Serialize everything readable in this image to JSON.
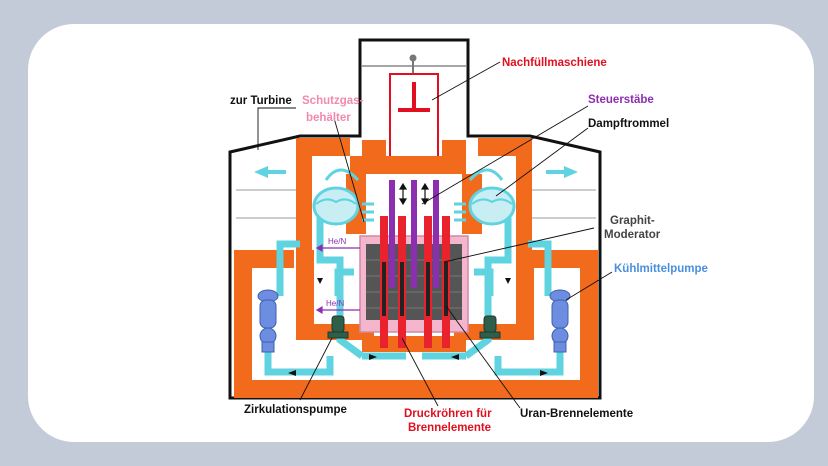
{
  "labels": {
    "turbine": "zur Turbine",
    "schutzgas_1": "Schutzgas-",
    "schutzgas_2": "behälter",
    "nachfuell": "Nachfüllmaschiene",
    "steuerstaebe": "Steuerstäbe",
    "dampftrommel": "Dampftrommel",
    "graphit_1": "Graphit-",
    "graphit_2": "Moderator",
    "kuehlmittelpumpe": "Kühlmittelpumpe",
    "zirkulationspumpe": "Zirkulationspumpe",
    "druckroehren_1": "Druckröhren für",
    "druckroehren_2": "Brennelemente",
    "uran": "Uran-Brennelemente",
    "he_n_upper": "He/N",
    "he_n_lower": "He/N"
  },
  "colors": {
    "background": "#c4cbd8",
    "card": "#ffffff",
    "concrete": "#f26a1b",
    "coolant": "#5fd3e0",
    "steam_drum": "#c8eef4",
    "graphite": "#555555",
    "fuel_tube": "#e8232d",
    "control_rod": "#8b2fb0",
    "pump": "#6d8ee0",
    "circulation_pump": "#2f5e4a",
    "label_red": "#e01020",
    "label_purple": "#8b2fb0",
    "label_pink": "#f08ab0",
    "label_blue": "#4a8fe0",
    "label_black": "#111111"
  }
}
